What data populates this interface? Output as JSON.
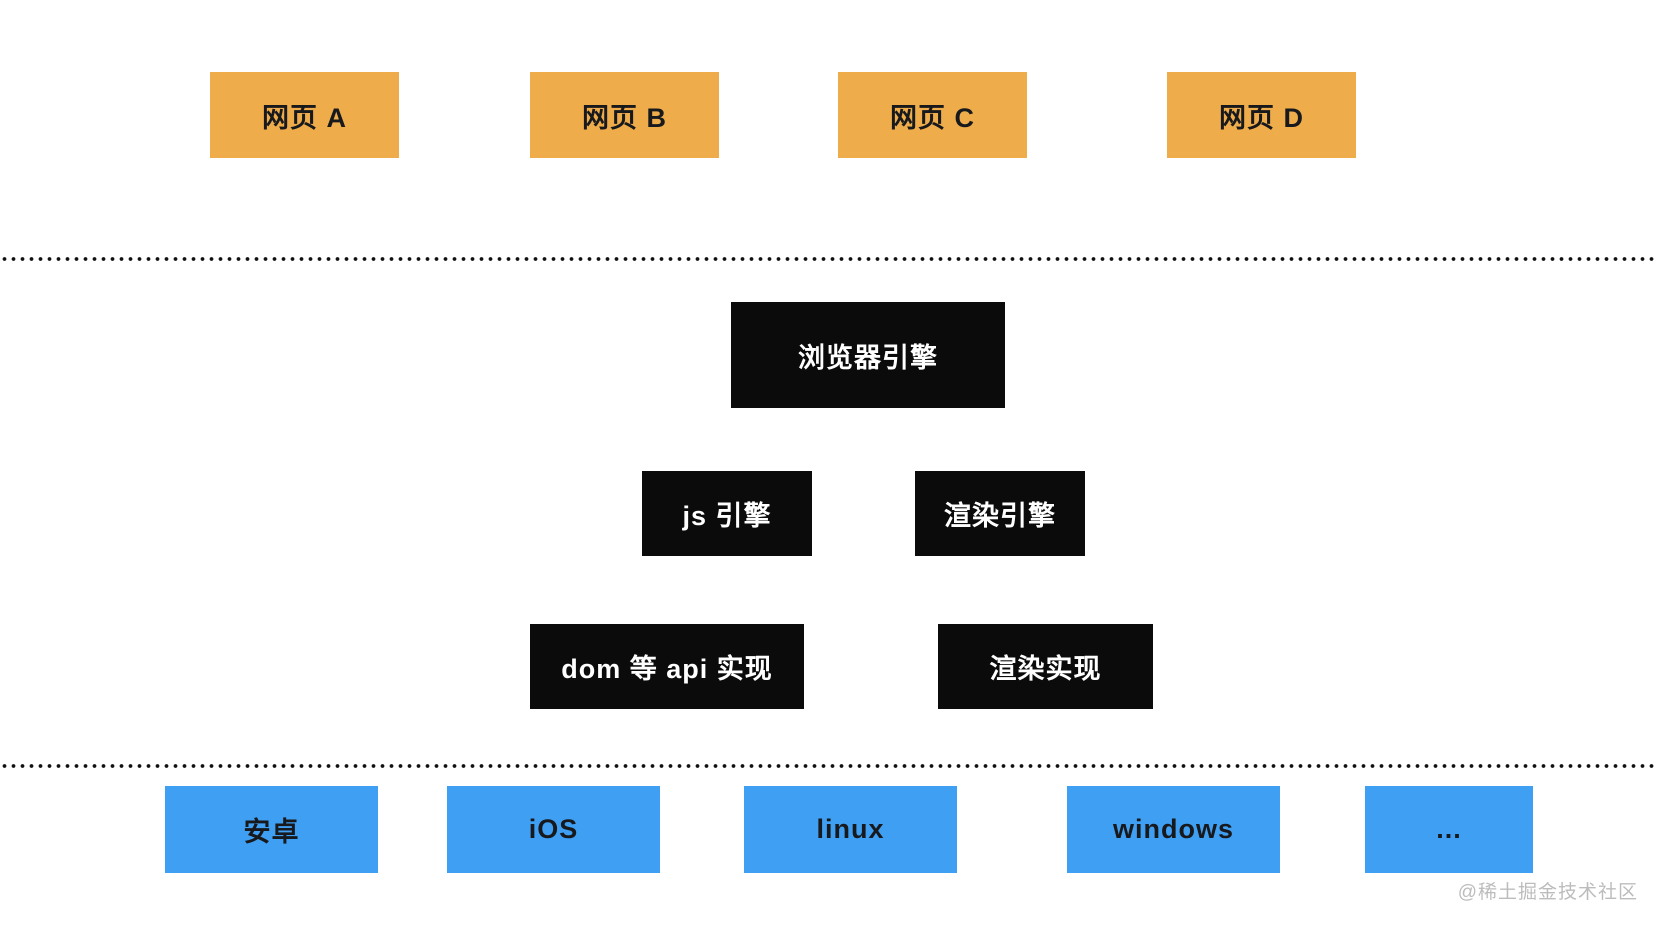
{
  "colors": {
    "page_bg": "#FFFFFF",
    "webpage_bg": "#EFAC4B",
    "engine_bg": "#0B0B0B",
    "os_bg": "#3FA0F3",
    "box_text_dark": "#17191C",
    "box_text_light": "#FFFFFF",
    "watermark_text": "#BCBCBC",
    "dot_color": "#111111"
  },
  "web_pages": {
    "a": "网页 A",
    "b": "网页 B",
    "c": "网页 C",
    "d": "网页 D"
  },
  "engine_layers": {
    "browser_engine": "浏览器引擎",
    "js_engine": "js 引擎",
    "render_engine": "渲染引擎",
    "dom_api_impl": "dom 等 api 实现",
    "render_impl": "渲染实现"
  },
  "platforms": {
    "android": "安卓",
    "ios": "iOS",
    "linux": "linux",
    "windows": "windows",
    "more": "..."
  },
  "watermark": "@稀土掘金技术社区"
}
